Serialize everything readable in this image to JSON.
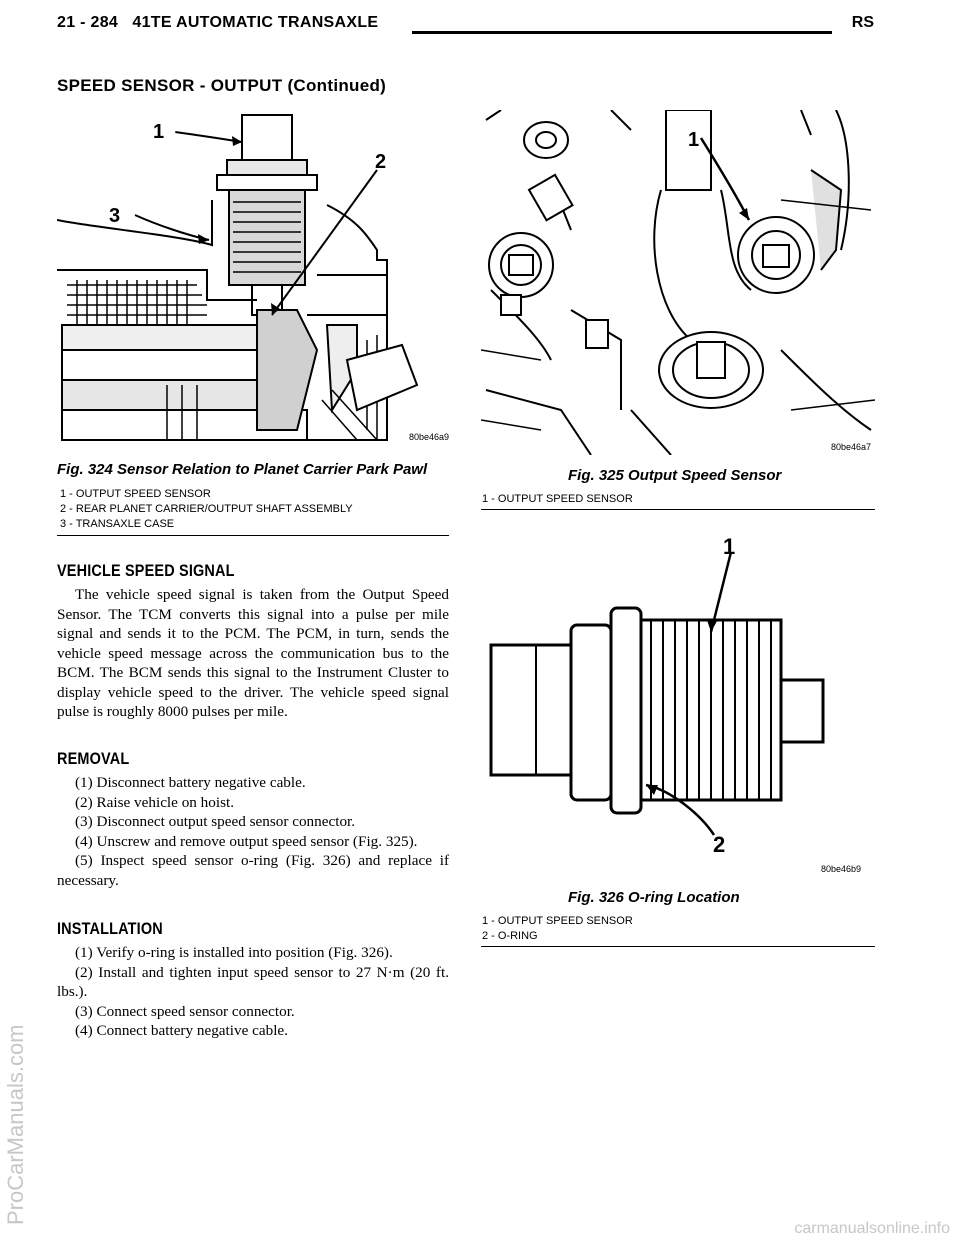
{
  "header": {
    "page_ref": "21 - 284",
    "chapter": "41TE AUTOMATIC TRANSAXLE",
    "model": "RS"
  },
  "section_title": "SPEED SENSOR - OUTPUT (Continued)",
  "figures": {
    "fig324": {
      "caption": "Fig. 324 Sensor Relation to Planet Carrier Park Pawl",
      "code": "80be46a9",
      "callouts": [
        "1",
        "2",
        "3"
      ],
      "legend": [
        "1 - OUTPUT SPEED SENSOR",
        "2 - REAR PLANET CARRIER/OUTPUT SHAFT ASSEMBLY",
        "3 - TRANSAXLE CASE"
      ]
    },
    "fig325": {
      "caption": "Fig. 325 Output Speed Sensor",
      "code": "80be46a7",
      "callouts": [
        "1"
      ],
      "legend": [
        "1 - OUTPUT SPEED SENSOR"
      ]
    },
    "fig326": {
      "caption": "Fig. 326 O-ring Location",
      "code": "80be46b9",
      "callouts": [
        "1",
        "2"
      ],
      "legend": [
        "1 - OUTPUT SPEED SENSOR",
        "2 - O-RING"
      ]
    }
  },
  "vehicle_speed_signal": {
    "heading": "VEHICLE SPEED SIGNAL",
    "body": "The vehicle speed signal is taken from the Output Speed Sensor. The TCM converts this signal into a pulse per mile signal and sends it to the PCM. The PCM, in turn, sends the vehicle speed message across the communication bus to the BCM. The BCM sends this signal to the Instrument Cluster to display vehicle speed to the driver. The vehicle speed signal pulse is roughly 8000 pulses per mile."
  },
  "removal": {
    "heading": "REMOVAL",
    "steps": [
      "(1) Disconnect battery negative cable.",
      "(2) Raise vehicle on hoist.",
      "(3) Disconnect output speed sensor connector.",
      "(4) Unscrew and remove output speed sensor (Fig. 325).",
      "(5) Inspect speed sensor o-ring (Fig. 326) and replace if necessary."
    ]
  },
  "installation": {
    "heading": "INSTALLATION",
    "steps": [
      "(1) Verify o-ring is installed into position (Fig. 326).",
      "(2) Install and tighten input speed sensor to 27 N·m (20 ft. lbs.).",
      "(3) Connect speed sensor connector.",
      "(4) Connect battery negative cable."
    ]
  },
  "watermark": "ProCarManuals.com",
  "footer": "carmanualsonline.info"
}
